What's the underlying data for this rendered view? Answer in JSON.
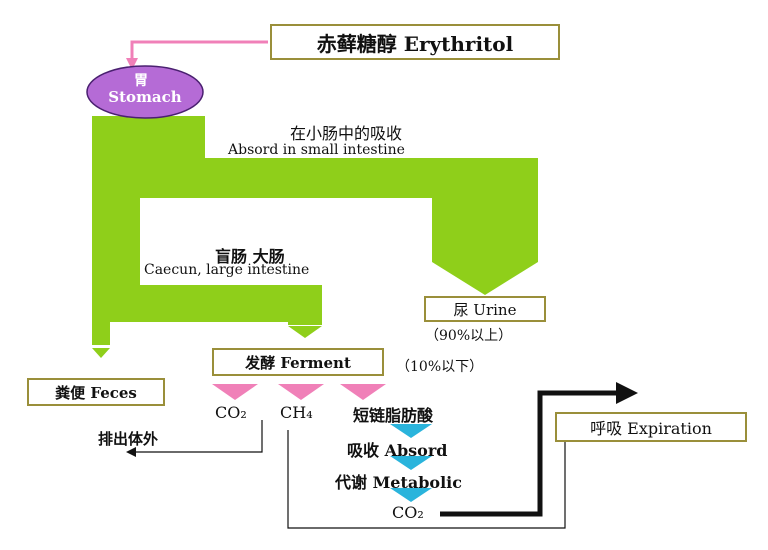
{
  "colors": {
    "green": "#8fcf1a",
    "pink": "#f080b8",
    "cyan": "#2ab4dc",
    "stomach": "#b56bd6",
    "box_border": "#9a8f3a"
  },
  "diagram": {
    "top_label": "赤藓糖醇 Erythritol",
    "stomach": {
      "zh": "胃",
      "en": "Stomach"
    },
    "small_intestine": {
      "zh": "在小肠中的吸收",
      "en": "Absord in small intestine"
    },
    "large_intestine": {
      "zh": "盲肠 大肠",
      "en": "Caecun, large intestine"
    },
    "urine": {
      "label": "尿 Urine",
      "pct": "（90%以上）"
    },
    "ferment": {
      "label": "发酵 Ferment",
      "pct": "（10%以下）"
    },
    "feces": "粪便 Feces",
    "co2_a": "CO₂",
    "ch4": "CH₄",
    "excrete": "排出体外",
    "fatty_acid": "短链脂肪酸",
    "absorb": "吸收 Absord",
    "metabolic": "代谢 Metabolic",
    "co2_b": "CO₂",
    "expiration": "呼吸 Expiration"
  }
}
